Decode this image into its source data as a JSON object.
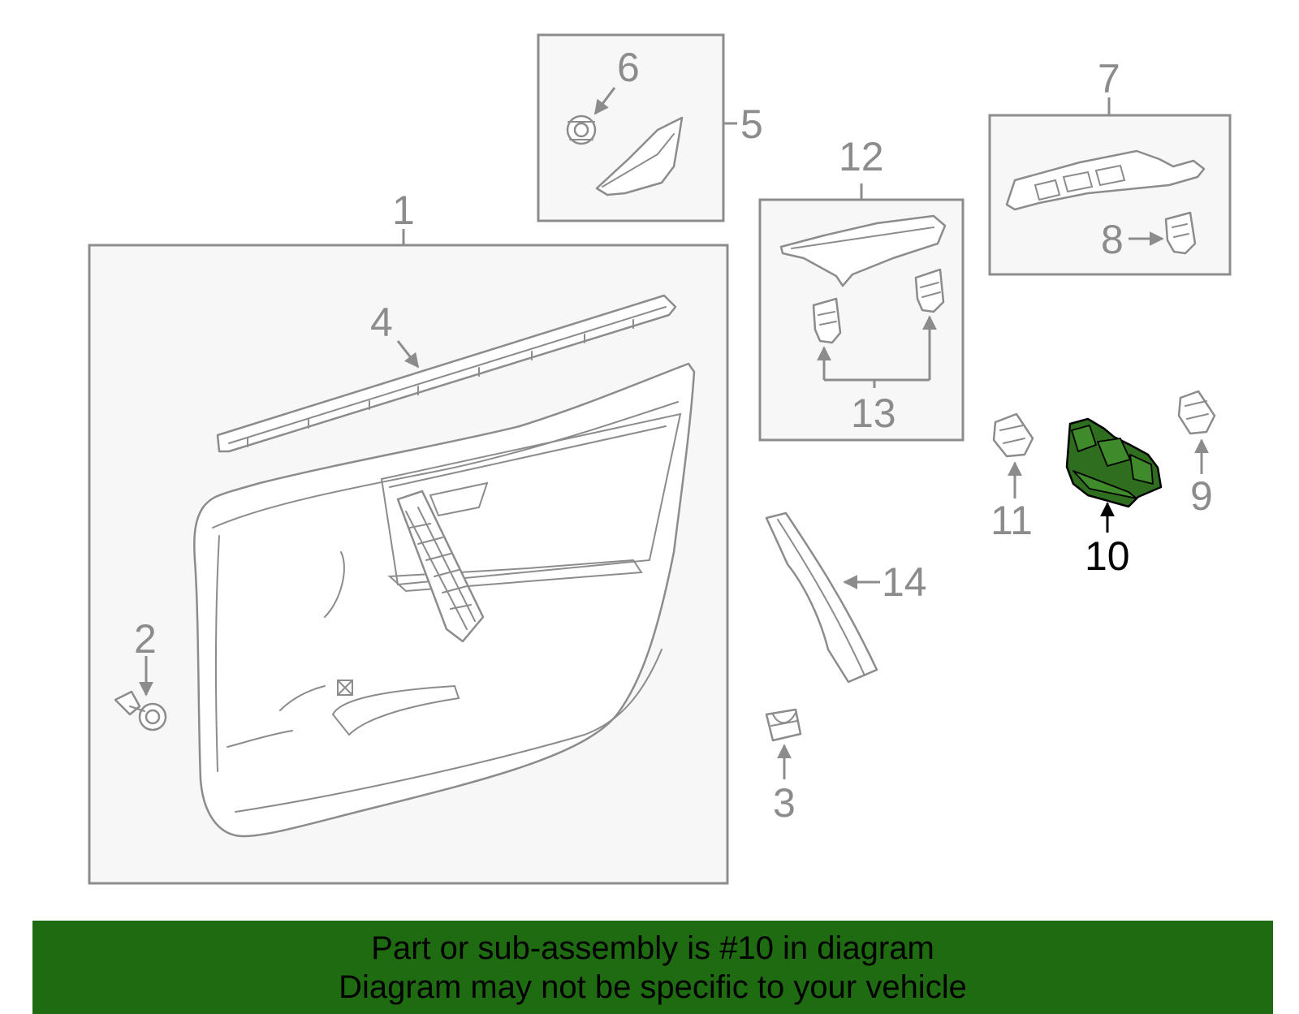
{
  "callouts": {
    "c1": "1",
    "c2": "2",
    "c3": "3",
    "c4": "4",
    "c5": "5",
    "c6": "6",
    "c7": "7",
    "c8": "8",
    "c9": "9",
    "c10": "10",
    "c11": "11",
    "c12": "12",
    "c13": "13",
    "c14": "14"
  },
  "highlighted_part": "10",
  "colors": {
    "banner_bg": "#1f6b12",
    "highlight_part": "#2f6e1e",
    "line_gray": "#8c8c8c"
  },
  "banner": {
    "line1": "Part or sub-assembly is #10 in diagram",
    "line2": "Diagram may not be specific to your vehicle"
  }
}
